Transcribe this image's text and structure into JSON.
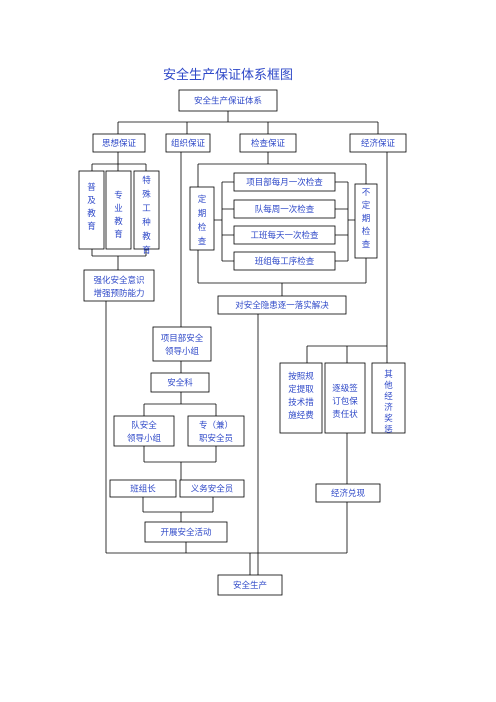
{
  "title": "安全生产保证体系框图",
  "nodes": {
    "system": "安全生产保证体系",
    "thought": "思想保证",
    "org": "组织保证",
    "inspect": "检查保证",
    "econ": "经济保证",
    "edu_popular": "普及教育",
    "edu_major": "专业教育",
    "edu_special": "特殊工种教育",
    "awareness_1": "强化安全意识",
    "awareness_2": "增强预防能力",
    "periodic": "定期检查",
    "monthly": "项目部每月一次检查",
    "weekly": "队每周一次检查",
    "daily": "工班每天一次检查",
    "process": "班组每工序检查",
    "irregular": "不定期检查",
    "hazard": "对安全隐患逐一落实解决",
    "leader_1": "项目部安全",
    "leader_2": "领导小组",
    "safety_dept": "安全科",
    "team_leader_1": "队安全",
    "team_leader_2": "领导小组",
    "officer_1": "专（兼）",
    "officer_2": "职安全员",
    "group_head": "班组长",
    "duty_officer": "义务安全员",
    "activity": "开展安全活动",
    "fund_1": "按照规",
    "fund_2": "定提取",
    "fund_3": "技术措",
    "fund_4": "施经费",
    "contract_1": "逐级签",
    "contract_2": "订包保",
    "contract_3": "责任状",
    "reward_1": "其",
    "reward_2": "他",
    "reward_3": "经",
    "reward_4": "济",
    "reward_5": "奖",
    "reward_6": "惩",
    "fulfil": "经济兑现",
    "production": "安全生产"
  }
}
